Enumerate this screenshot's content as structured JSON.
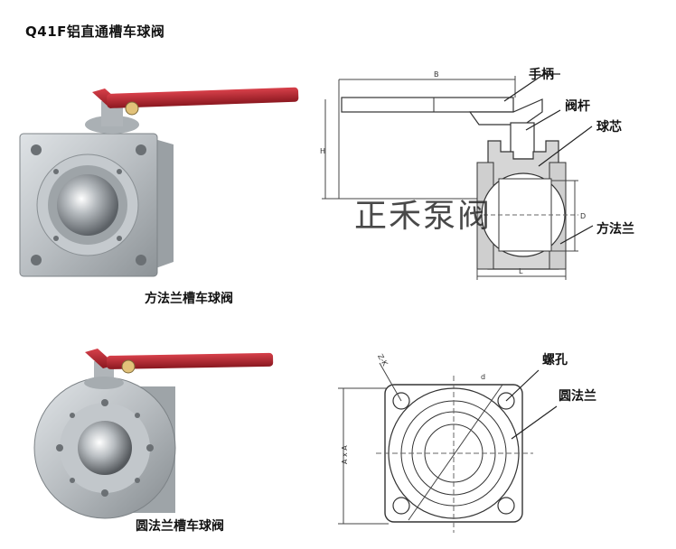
{
  "header": {
    "title": "Q41F铝直通槽车球阀"
  },
  "photos": {
    "square_caption": "方法兰槽车球阀",
    "round_caption": "圆法兰槽车球阀"
  },
  "drawing_top": {
    "labels": {
      "handle": "手柄",
      "stem": "阀杆",
      "ball": "球芯",
      "square_flange": "方法兰"
    },
    "dim_labels": {
      "b": "B",
      "h": "H",
      "l": "L",
      "d": "D"
    },
    "watermark": "正禾泵阀"
  },
  "drawing_bottom": {
    "labels": {
      "bolt_hole": "螺孔",
      "round_flange": "圆法兰"
    },
    "dim_labels": {
      "axa": "A x A",
      "zk": "Z-K",
      "d": "d"
    }
  }
}
